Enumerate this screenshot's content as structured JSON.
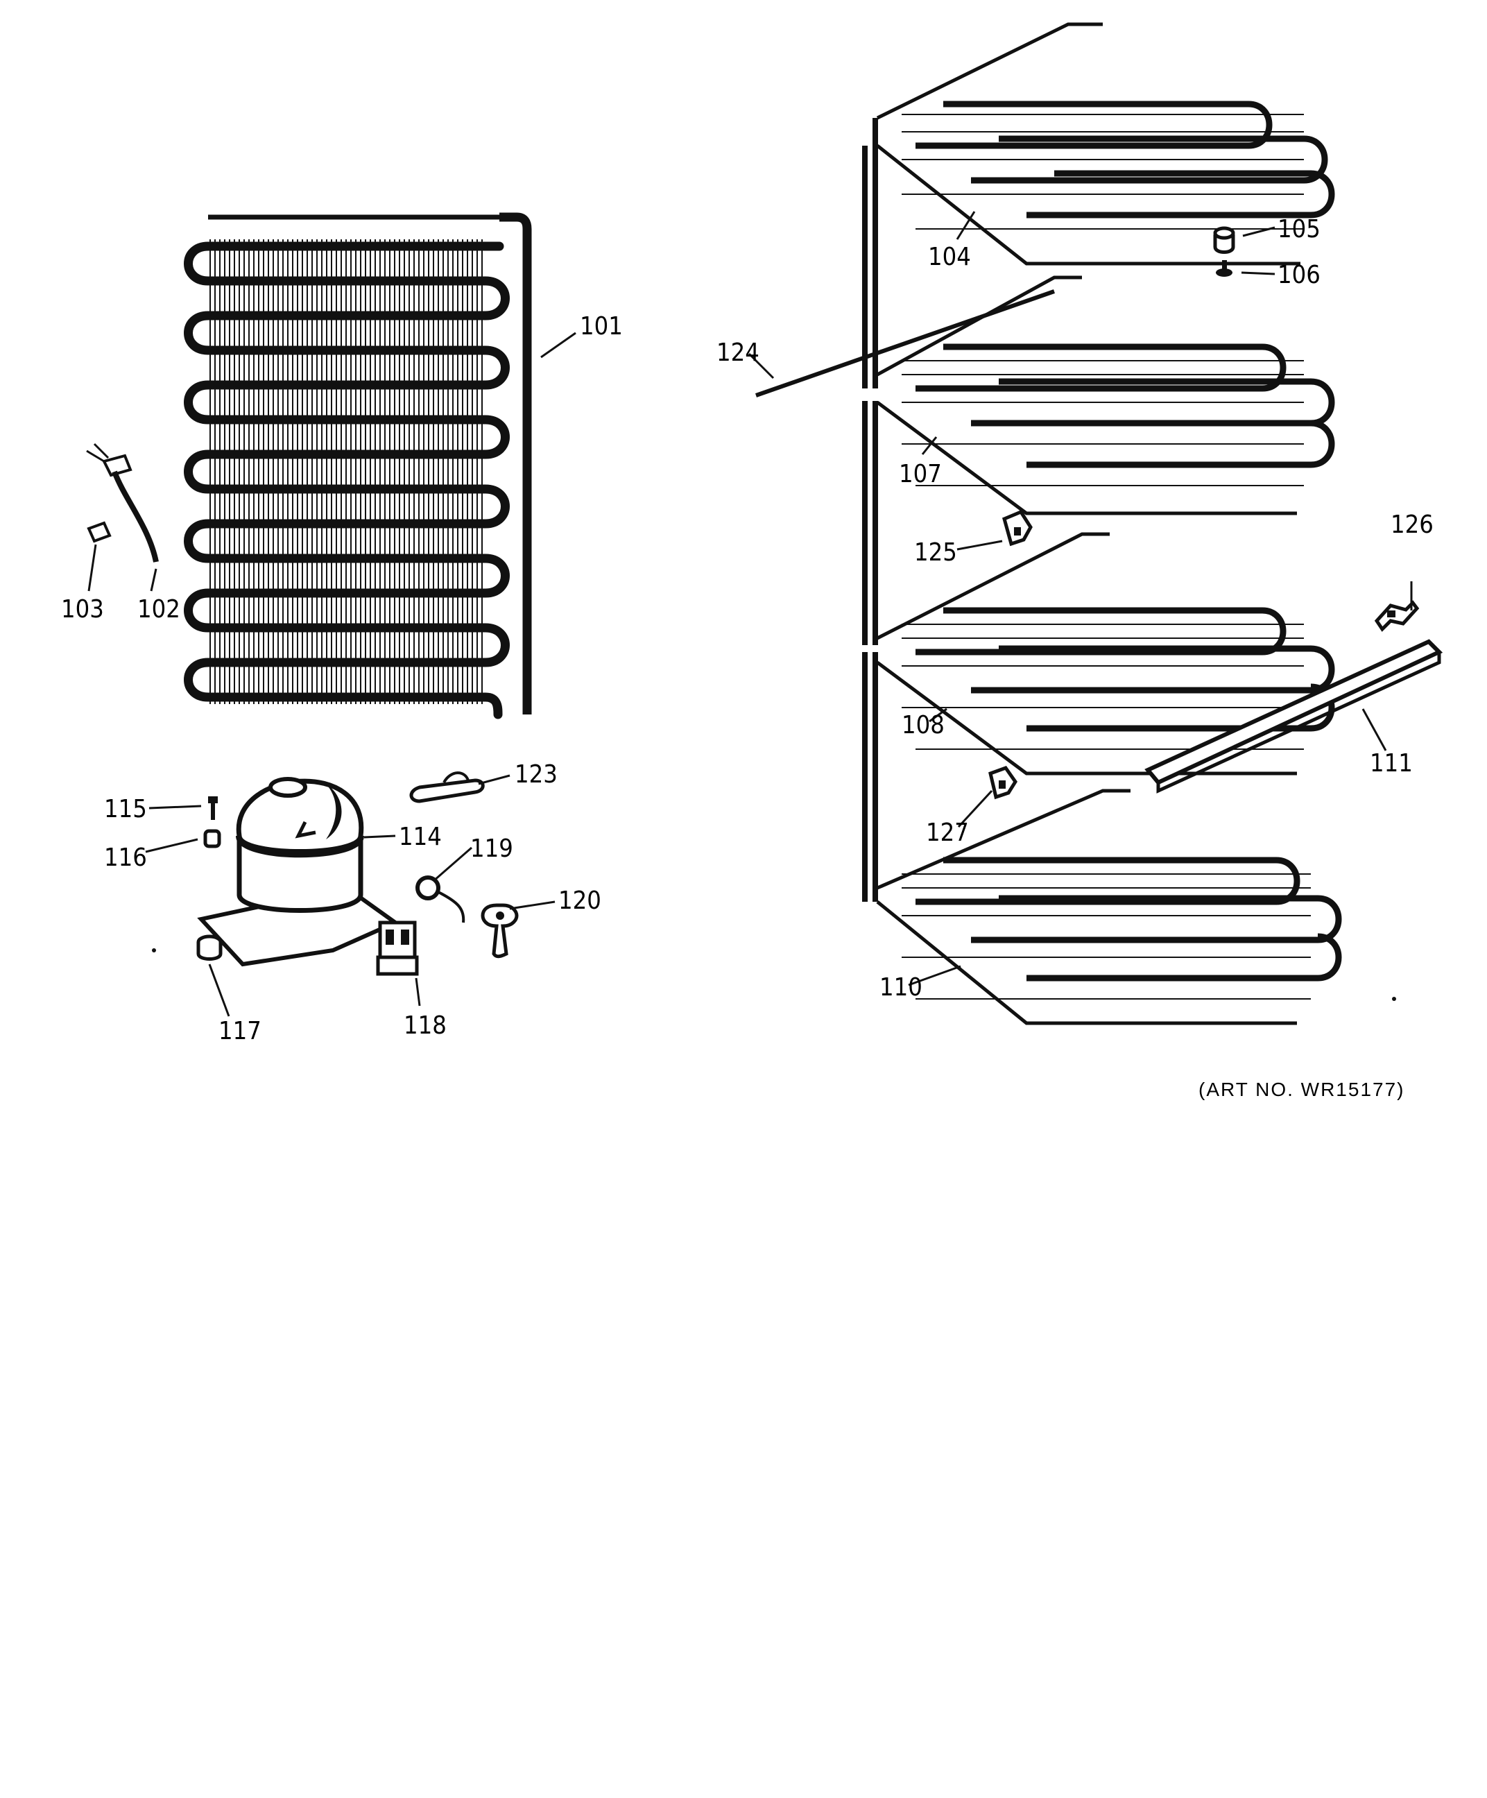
{
  "part_labels": {
    "p101": "101",
    "p102": "102",
    "p103": "103",
    "p104": "104",
    "p105": "105",
    "p106": "106",
    "p107": "107",
    "p108": "108",
    "p110": "110",
    "p111": "111",
    "p114": "114",
    "p115": "115",
    "p116": "116",
    "p117": "117",
    "p118": "118",
    "p119": "119",
    "p120": "120",
    "p123": "123",
    "p124": "124",
    "p125": "125",
    "p126": "126",
    "p127": "127"
  },
  "art_number": "(ART NO. WR15177)"
}
